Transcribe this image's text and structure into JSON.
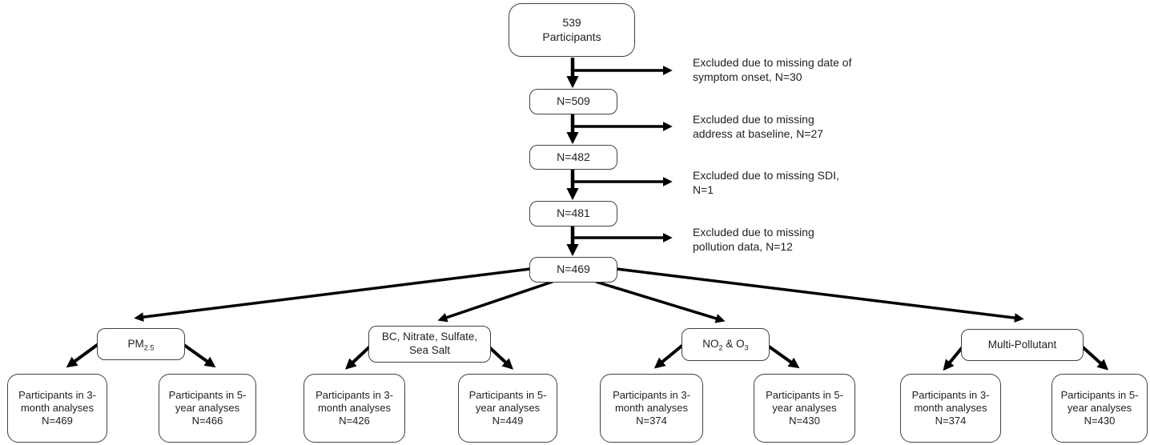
{
  "diagram": {
    "colors": {
      "background": "#ffffff",
      "box_border": "#424242",
      "text": "#1f1f1f",
      "arrow": "#000000"
    },
    "start": {
      "line1": "539",
      "line2": "Participants"
    },
    "steps": [
      {
        "label": "N=509"
      },
      {
        "label": "N=482"
      },
      {
        "label": "N=481"
      },
      {
        "label": "N=469"
      }
    ],
    "exclusions": [
      {
        "text": "Excluded due to missing date of symptom onset, N=30"
      },
      {
        "text": "Excluded due to missing address at baseline, N=27"
      },
      {
        "text": "Excluded due to missing SDI, N=1"
      },
      {
        "text": "Excluded due to missing pollution data, N=12"
      }
    ],
    "categories": [
      {
        "main": "PM",
        "sub": "2.5"
      },
      {
        "label": "BC, Nitrate, Sulfate, Sea Salt"
      },
      {
        "p1": "NO",
        "s1": "2",
        "p2": " & O",
        "s2": "3"
      },
      {
        "label": "Multi-Pollutant"
      }
    ],
    "leaves": [
      {
        "text": "Participants in 3-month analyses",
        "n": "N=469"
      },
      {
        "text": "Participants in 5-year analyses",
        "n": "N=466"
      },
      {
        "text": "Participants in 3-month analyses",
        "n": "N=426"
      },
      {
        "text": "Participants in 5-year analyses",
        "n": "N=449"
      },
      {
        "text": "Participants in 3-month analyses",
        "n": "N=374"
      },
      {
        "text": "Participants in 5-year analyses",
        "n": "N=430"
      },
      {
        "text": "Participants in 3-month analyses",
        "n": "N=374"
      },
      {
        "text": "Participants in 5-year analyses",
        "n": "N=430"
      }
    ]
  }
}
